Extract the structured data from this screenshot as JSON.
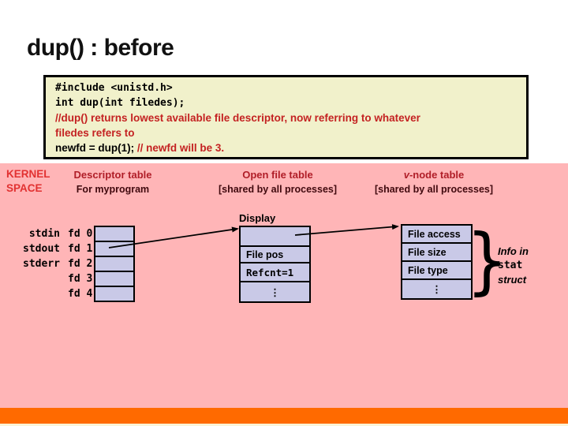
{
  "title": "dup() : before",
  "code_block": {
    "line1": "#include <unistd.h>",
    "line2": "int dup(int filedes);",
    "comment1": "//dup() returns lowest available file descriptor, now referring to whatever",
    "comment2": "filedes refers to",
    "line3_black": "newfd = dup(1); ",
    "line3_red": "// newfd will be 3."
  },
  "kernel_space": {
    "line1": "KERNEL",
    "line2": "SPACE"
  },
  "headers": {
    "descriptor": {
      "title": "Descriptor table",
      "subtitle": "For myprogram"
    },
    "open_file": {
      "title": "Open file table",
      "subtitle": "[shared by all processes]"
    },
    "vnode": {
      "title_italic": "v",
      "title_rest": "-node table",
      "subtitle": "[shared by all processes]"
    }
  },
  "diagram": {
    "std_labels": [
      "stdin",
      "stdout",
      "stderr"
    ],
    "fd_labels": [
      "fd 0",
      "fd 1",
      "fd 2",
      "fd 3",
      "fd 4"
    ],
    "open_file_table": {
      "label": "Display",
      "rows": [
        "",
        "File pos",
        "Refcnt=1",
        "⋮"
      ]
    },
    "vnode_table": {
      "rows": [
        "File access",
        "File size",
        "File type",
        "⋮"
      ]
    },
    "brace": "}",
    "stat_info": {
      "line1": "Info in",
      "line2": "stat",
      "line3": "struct"
    }
  },
  "colors": {
    "pink_panel": "#FFB5B7",
    "orange_bar": "#FF6A00",
    "code_background": "#F1F1CB",
    "cell_fill": "#C9C9E7",
    "kernel_red": "#E23131",
    "header_red": "#B01E28",
    "code_red": "#C42222"
  }
}
